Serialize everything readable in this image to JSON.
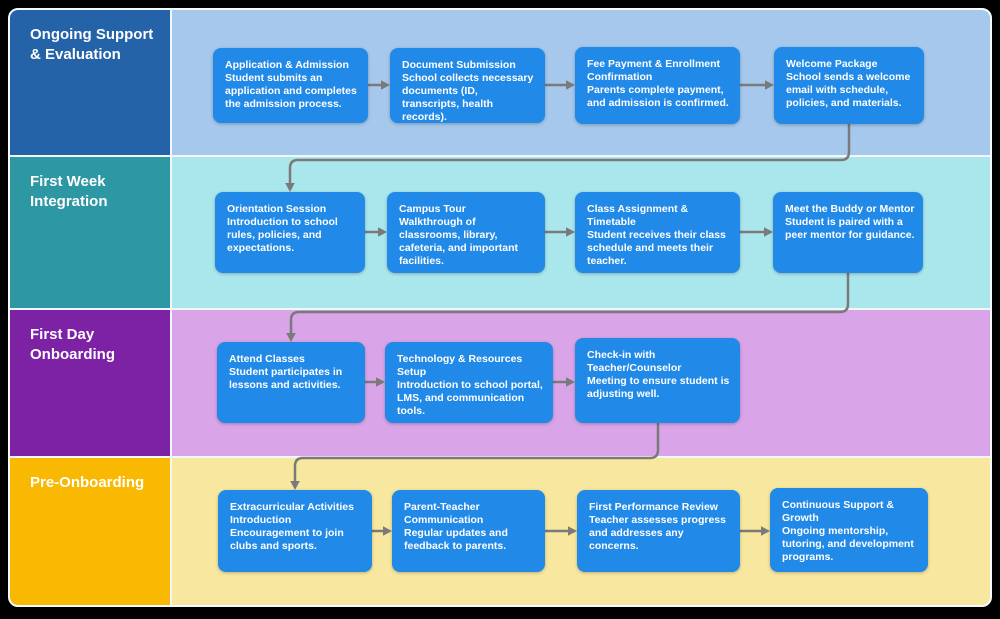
{
  "box_color": "#2189e7",
  "connector_color": "#7a7a7a",
  "lanes": [
    {
      "label": "Ongoing Support & Evaluation",
      "label_color": "#2563a8",
      "bg_color": "#a5c8ec",
      "boxes": [
        {
          "title": "Application & Admission",
          "body": "Student submits an application and completes the admission process."
        },
        {
          "title": "Document Submission",
          "body": "School collects necessary documents (ID, transcripts, health records)."
        },
        {
          "title": "Fee Payment & Enrollment Confirmation",
          "body": "Parents complete payment, and admission is confirmed."
        },
        {
          "title": "Welcome Package",
          "body": "School sends a welcome email with schedule, policies, and materials."
        }
      ]
    },
    {
      "label": "First Week Integration",
      "label_color": "#2d97a3",
      "bg_color": "#aae7ec",
      "boxes": [
        {
          "title": "Orientation Session",
          "body": "Introduction to school rules, policies, and expectations."
        },
        {
          "title": "Campus Tour",
          "body": "Walkthrough of classrooms, library, cafeteria, and important facilities."
        },
        {
          "title": "Class Assignment & Timetable",
          "body": "Student receives their class schedule and meets their teacher."
        },
        {
          "title": "Meet the Buddy or Mentor",
          "body": "Student is paired with a peer mentor for guidance."
        }
      ]
    },
    {
      "label": "First Day Onboarding",
      "label_color": "#7d21a5",
      "bg_color": "#d9a5e8",
      "boxes": [
        {
          "title": "Attend Classes",
          "body": "Student participates in lessons and activities."
        },
        {
          "title": "Technology & Resources Setup",
          "body": "Introduction to school portal, LMS, and communication tools."
        },
        {
          "title": "Check-in with Teacher/Counselor",
          "body": "Meeting to ensure student is adjusting well."
        }
      ]
    },
    {
      "label": "Pre-Onboarding",
      "label_color": "#f9b802",
      "bg_color": "#f8e89f",
      "boxes": [
        {
          "title": "Extracurricular Activities Introduction",
          "body": "Encouragement to join clubs and sports."
        },
        {
          "title": "Parent-Teacher Communication",
          "body": "Regular updates and feedback to parents."
        },
        {
          "title": "First Performance Review",
          "body": "Teacher assesses progress and addresses any concerns."
        },
        {
          "title": "Continuous Support & Growth",
          "body": "Ongoing mentorship, tutoring, and development programs."
        }
      ]
    }
  ]
}
